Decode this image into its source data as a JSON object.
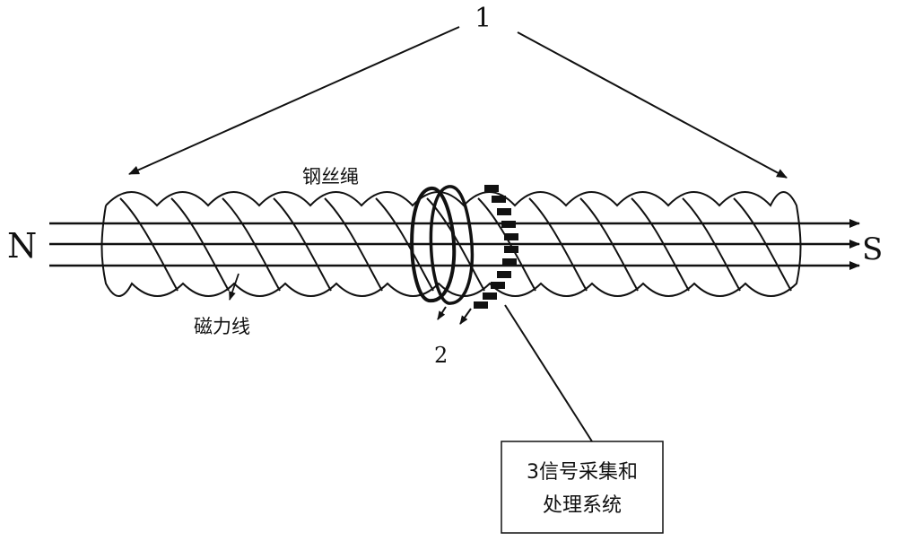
{
  "labels": {
    "north": "N",
    "south": "S",
    "part1": "1",
    "part2": "2",
    "rope": "钢丝绳",
    "field_lines": "磁力线",
    "system_line1": "3信号采集和",
    "system_line2": "处理系统"
  },
  "colors": {
    "stroke": "#111111",
    "background": "#ffffff"
  }
}
